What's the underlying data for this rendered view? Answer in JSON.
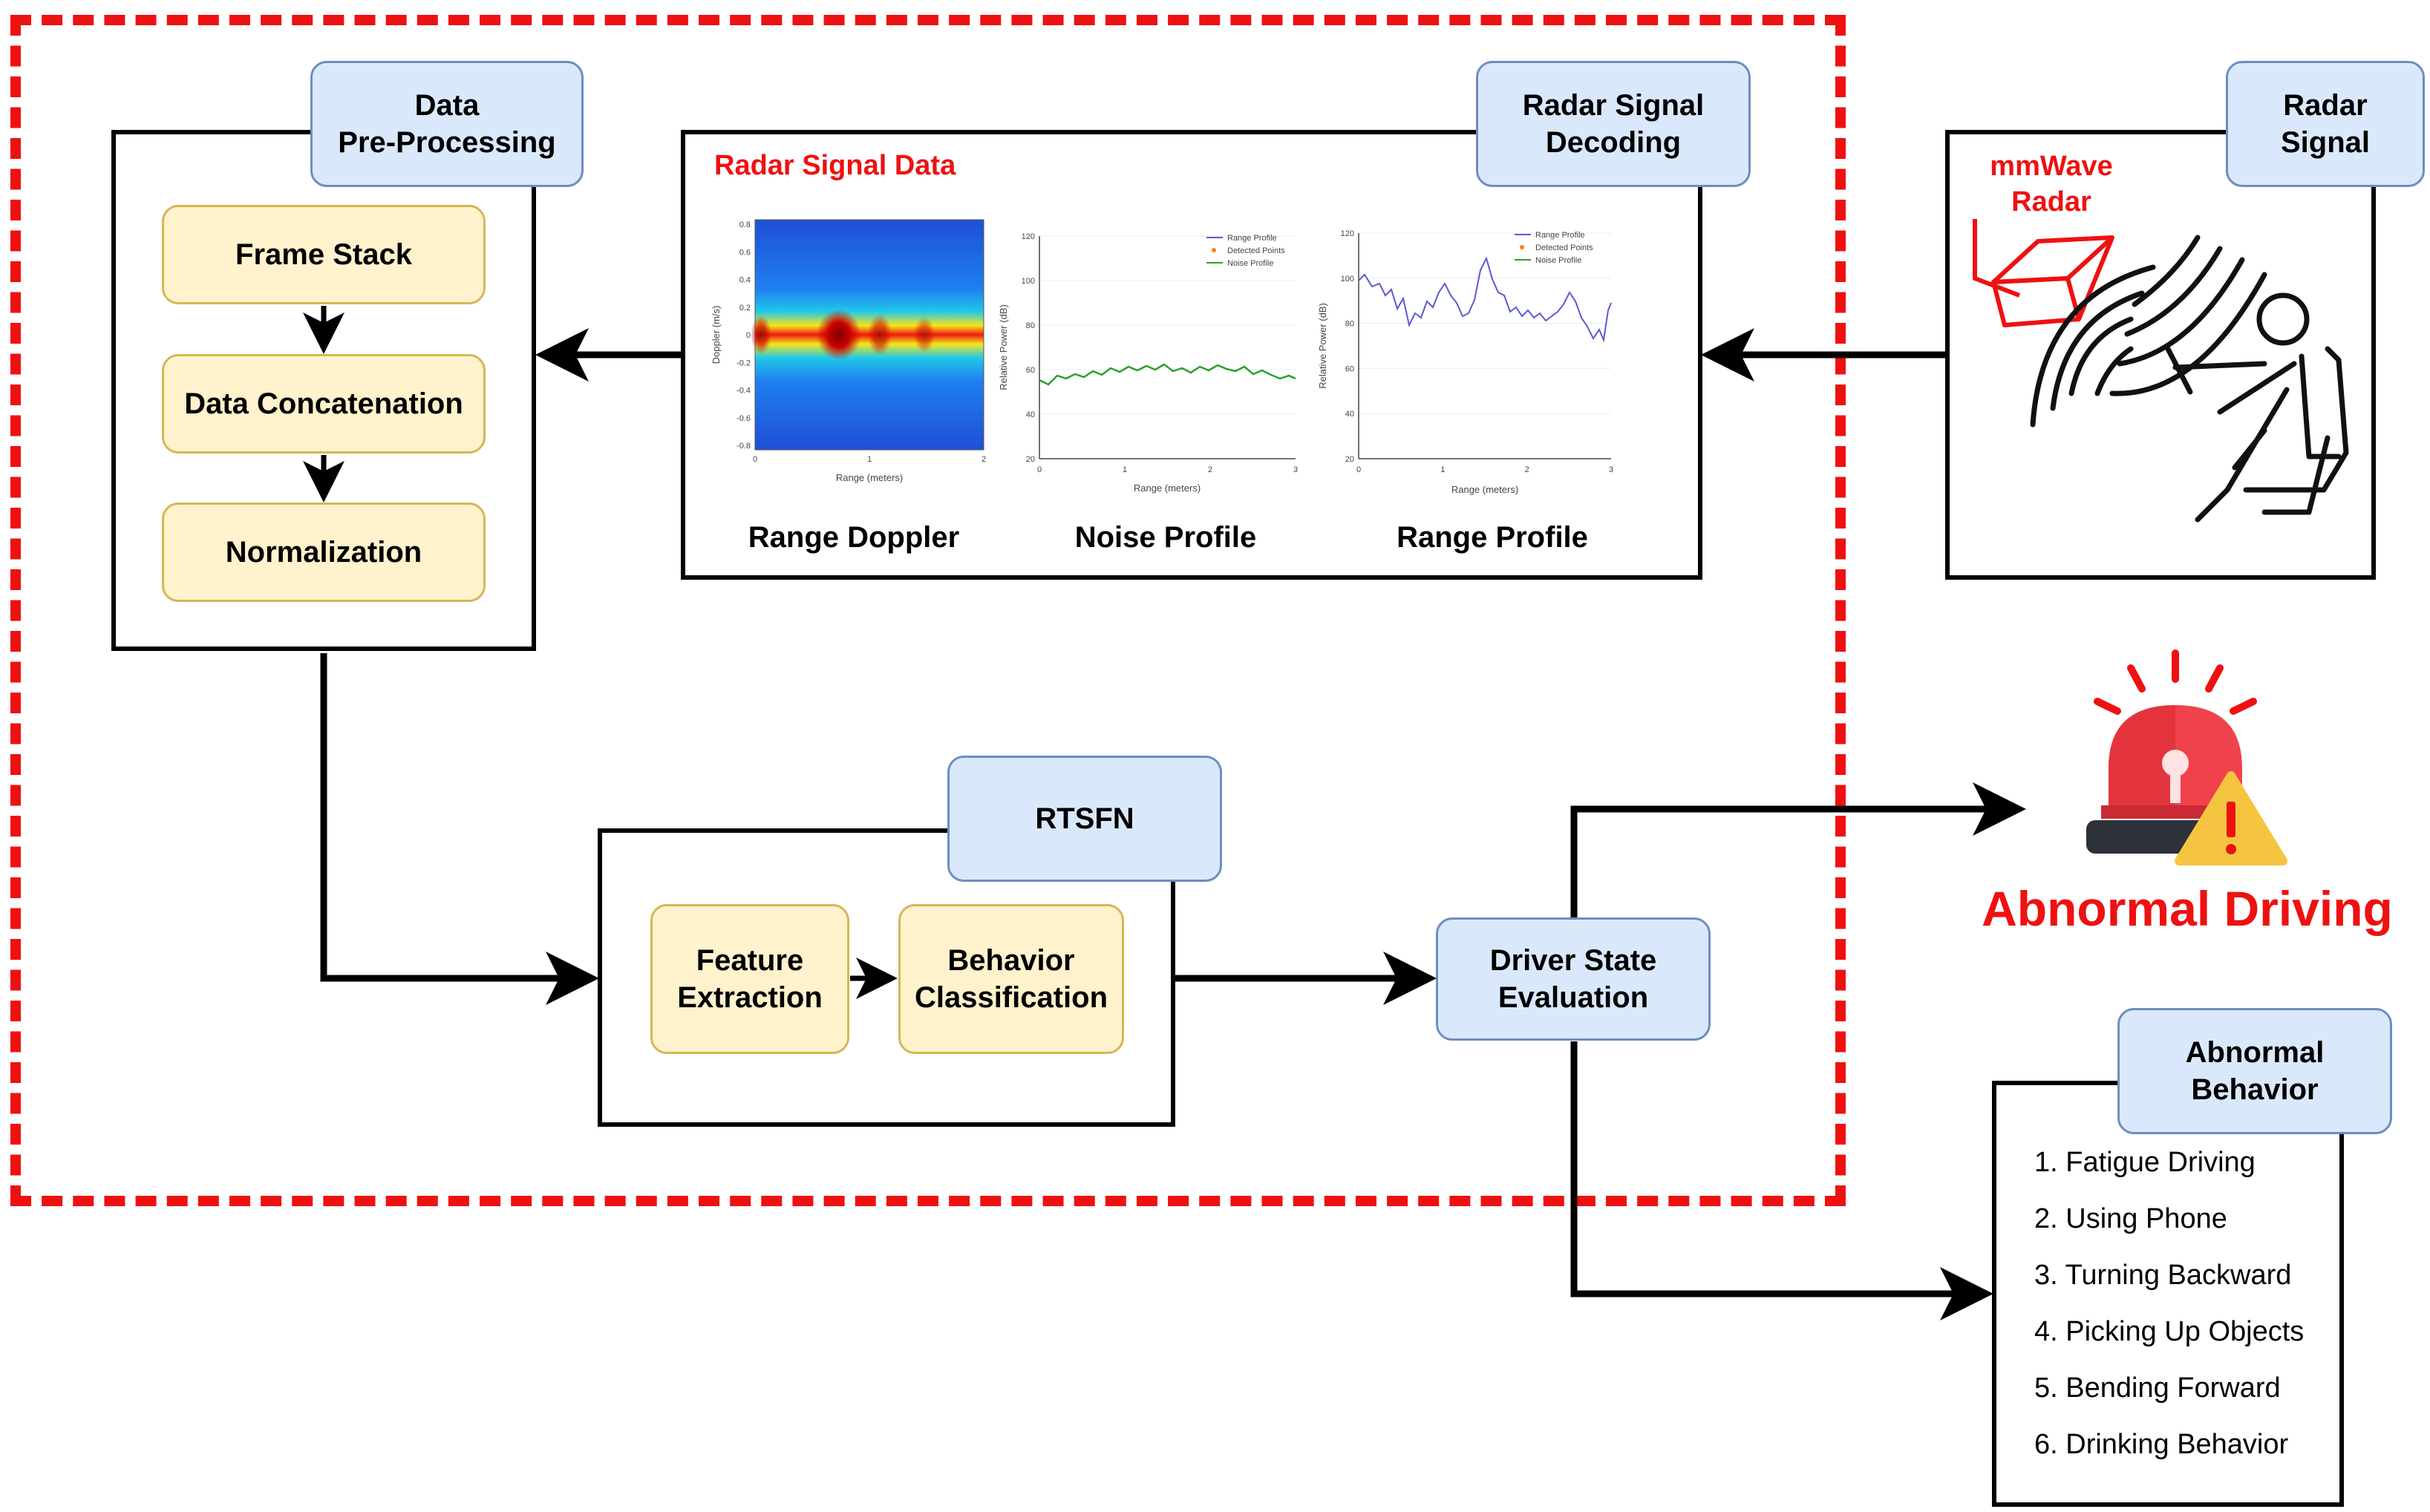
{
  "preprocessing": {
    "title": "Data\nPre-Processing",
    "steps": [
      "Frame Stack",
      "Data Concatenation",
      "Normalization"
    ]
  },
  "decoding": {
    "title": "Radar Signal\nDecoding",
    "data_label": "Radar Signal Data",
    "plots": [
      {
        "caption": "Range Doppler",
        "xlabel": "Range (meters)",
        "ylabel": "Doppler (m/s)",
        "yticks": [
          "0.8",
          "0.6",
          "0.4",
          "0.2",
          "0",
          "-0.2",
          "-0.4",
          "-0.6",
          "-0.8"
        ],
        "xticks": [
          "0",
          "1",
          "2"
        ]
      },
      {
        "caption": "Noise Profile",
        "xlabel": "Range (meters)",
        "ylabel": "Relative Power (dB)",
        "yticks": [
          "120",
          "100",
          "80",
          "60",
          "40",
          "20"
        ],
        "xticks": [
          "0",
          "1",
          "2",
          "3"
        ],
        "legend": [
          "Range Profile",
          "Detected Points",
          "Noise Profile"
        ]
      },
      {
        "caption": "Range Profile",
        "xlabel": "Range (meters)",
        "ylabel": "Relative Power (dB)",
        "yticks": [
          "120",
          "100",
          "80",
          "60",
          "40",
          "20"
        ],
        "xticks": [
          "0",
          "1",
          "2",
          "3"
        ],
        "legend": [
          "Range Profile",
          "Detected Points",
          "Noise Profile"
        ]
      }
    ]
  },
  "radar": {
    "title": "Radar\nSignal",
    "device_label": "mmWave\nRadar"
  },
  "rtsfn": {
    "title": "RTSFN",
    "steps": [
      "Feature\nExtraction",
      "Behavior\nClassification"
    ]
  },
  "evaluation": {
    "label": "Driver State\nEvaluation"
  },
  "alert": {
    "label": "Abnormal Driving"
  },
  "behaviors": {
    "title": "Abnormal\nBehavior",
    "items": [
      "1. Fatigue Driving",
      "2. Using Phone",
      "3. Turning Backward",
      "4. Picking Up Objects",
      "5. Bending Forward",
      "6. Drinking Behavior"
    ]
  },
  "colors": {
    "boundary": "#ee1111",
    "tag_fill": "#dae8fc",
    "step_fill": "#fff2cc",
    "noise_line": "#2ca02c",
    "range_line": "#5a5ad6"
  },
  "icons": [
    "radar-sensor-icon",
    "driver-icon",
    "siren-icon",
    "warning-icon"
  ]
}
